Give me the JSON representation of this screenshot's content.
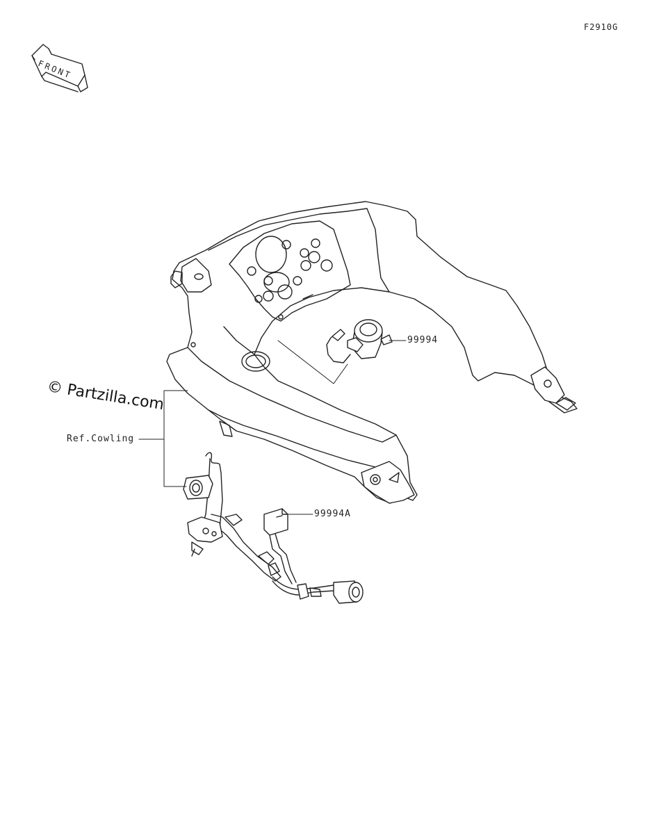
{
  "figure_code": "F2910G",
  "front_label": "FRONT",
  "watermark": "© Partzilla.com",
  "callouts": {
    "socket_part": "99994",
    "harness_part": "99994A",
    "reference": "Ref.Cowling"
  }
}
